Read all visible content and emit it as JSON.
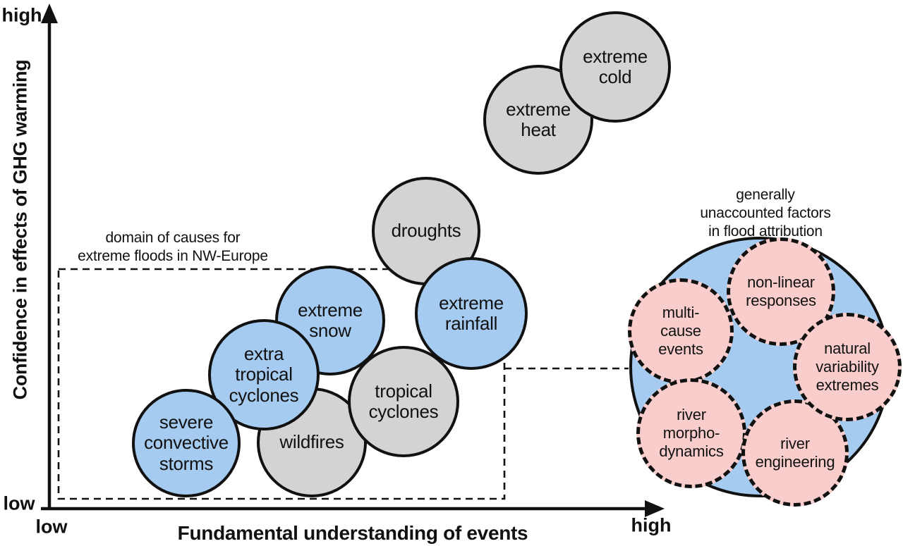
{
  "figure": {
    "y_axis": {
      "label": "Confidence in effects of GHG warming",
      "top": "high",
      "bottom": "low"
    },
    "x_axis": {
      "label": "Fundamental understanding of events",
      "left": "low",
      "right": "high"
    }
  },
  "flood_domain_box": {
    "title": "domain of causes for\nextreme floods in NW-Europe"
  },
  "event_bubbles": [
    {
      "name": "droughts",
      "label": "droughts",
      "category": "gray"
    },
    {
      "name": "wildfires",
      "label": "wildfires",
      "category": "gray"
    },
    {
      "name": "extreme-snow",
      "label": "extreme\nsnow",
      "category": "blue"
    },
    {
      "name": "tropical-cyclones",
      "label": "tropical\ncyclones",
      "category": "gray"
    },
    {
      "name": "extreme-rainfall",
      "label": "extreme\nrainfall",
      "category": "blue"
    },
    {
      "name": "extra-tropical-cyclones",
      "label": "extra\ntropical\ncyclones",
      "category": "blue"
    },
    {
      "name": "severe-convective-storms",
      "label": "severe\nconvective\nstorms",
      "category": "blue"
    },
    {
      "name": "extreme-heat",
      "label": "extreme\nheat",
      "category": "gray"
    },
    {
      "name": "extreme-cold",
      "label": "extreme\ncold",
      "category": "gray"
    }
  ],
  "flood_attribution": {
    "title": "generally unaccounted factors\nin flood attribution",
    "factor_bubbles": [
      {
        "name": "multi-cause-events",
        "label": "multi-\ncause\nevents"
      },
      {
        "name": "non-linear-responses",
        "label": "non-linear\nresponses"
      },
      {
        "name": "river-morpho-dynamics",
        "label": "river\nmorpho-\ndynamics"
      },
      {
        "name": "river-engineering",
        "label": "river\nengineering"
      },
      {
        "name": "natural-variability-extremes",
        "label": "natural\nvariability\nextremes"
      }
    ]
  },
  "colors": {
    "bubble_blue": "#a5cbf0",
    "bubble_gray": "#d3d3d3",
    "factor_pink": "#f8cdcb",
    "outline": "#111111"
  }
}
